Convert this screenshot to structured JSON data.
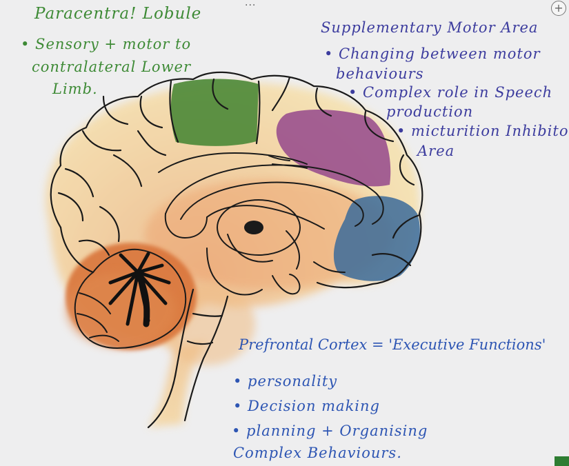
{
  "toolbar": {
    "more_glyph": "···",
    "zoom_glyph": "+"
  },
  "colors": {
    "paracentral": "#4f8a3a",
    "supplementary_motor": "#8e3e8a",
    "prefrontal": "#3b6b9a",
    "cerebellum": "#c8612c",
    "green_text": "#3d8a35",
    "purple_text": "#3c3c9e",
    "blue_text": "#2d55b3"
  },
  "annotations": {
    "paracentral": {
      "title": "Paracentra! Lobule",
      "bullets": [
        "• Sensory + motor to",
        "contralateral Lower",
        "Limb."
      ]
    },
    "sma": {
      "title": "Supplementary Motor Area",
      "bullets": [
        "• Changing between motor",
        "behaviours",
        "• Complex role in Speech",
        "production",
        "• micturition Inhibitory",
        "Area"
      ]
    },
    "prefrontal": {
      "title": "Prefrontal Cortex = 'Executive Functions'",
      "bullets": [
        "• personality",
        "• Decision making",
        "• planning + Organising",
        "Complex Behaviours."
      ]
    }
  }
}
